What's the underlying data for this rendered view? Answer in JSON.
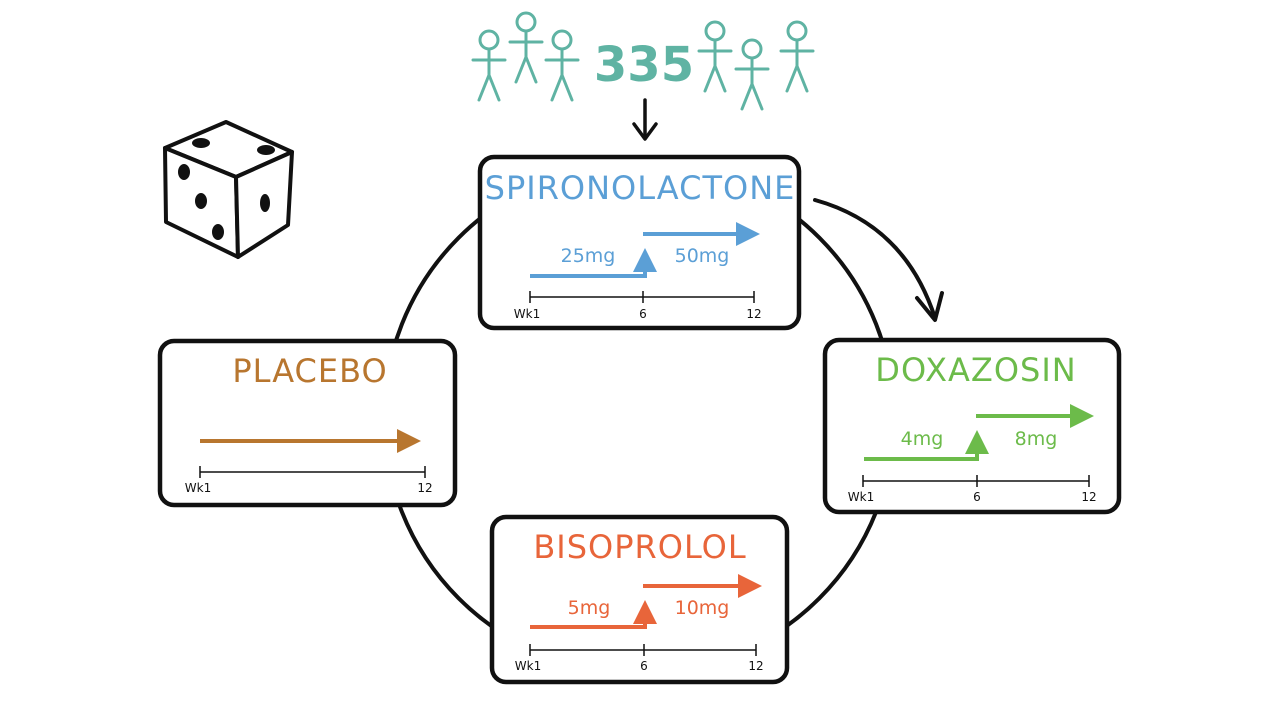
{
  "colors": {
    "spironolactone": "#5b9fd6",
    "doxazosin": "#6cbb4a",
    "bisoprolol": "#e8653a",
    "placebo": "#b8762f",
    "people": "#5fb3a3",
    "ink": "#111111"
  },
  "participants": {
    "count": "335",
    "icon": "stick-figure-icon"
  },
  "randomization_icon": "dice-icon",
  "arms": {
    "spironolactone": {
      "title": "SPIRONOLACTONE",
      "dose_1": "25mg",
      "dose_2": "50mg",
      "ticks": [
        "Wk1",
        "6",
        "12"
      ]
    },
    "doxazosin": {
      "title": "DOXAZOSIN",
      "dose_1": "4mg",
      "dose_2": "8mg",
      "ticks": [
        "Wk1",
        "6",
        "12"
      ]
    },
    "bisoprolol": {
      "title": "BISOPROLOL",
      "dose_1": "5mg",
      "dose_2": "10mg",
      "ticks": [
        "Wk1",
        "6",
        "12"
      ]
    },
    "placebo": {
      "title": "PLACEBO",
      "ticks": [
        "Wk1",
        "12"
      ]
    }
  }
}
